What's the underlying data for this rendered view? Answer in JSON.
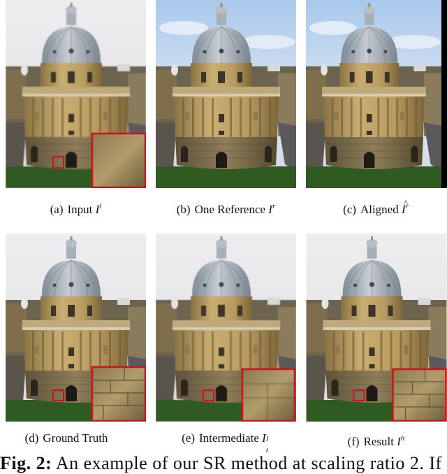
{
  "figure": {
    "panels": [
      {
        "id": "a",
        "label": "(a)",
        "text": "Input",
        "math_base": "I",
        "math_sup": "l",
        "math_sub": "",
        "hat": false,
        "sky": "overcast",
        "inset": true
      },
      {
        "id": "b",
        "label": "(b)",
        "text": "One Reference",
        "math_base": "I",
        "math_sup": "r",
        "math_sub": "",
        "hat": false,
        "sky": "blue",
        "inset": false
      },
      {
        "id": "c",
        "label": "(c)",
        "text": "Aligned",
        "math_base": "I",
        "math_sup": "r",
        "math_sub": "",
        "hat": true,
        "sky": "blue",
        "inset": false
      },
      {
        "id": "d",
        "label": "(d)",
        "text": "Ground Truth",
        "math_base": "",
        "math_sup": "",
        "math_sub": "",
        "hat": false,
        "sky": "overcast",
        "inset": true
      },
      {
        "id": "e",
        "label": "(e)",
        "text": "Intermediate",
        "math_base": "I",
        "math_sup": "l",
        "math_sub": "t",
        "hat": false,
        "sky": "overcast",
        "inset": true
      },
      {
        "id": "f",
        "label": "(f)",
        "text": "Result",
        "math_base": "I",
        "math_sup": "h",
        "math_sub": "",
        "hat": false,
        "sky": "overcast",
        "inset": true
      }
    ],
    "caption_truncated": {
      "prefix": "Fig. 2:",
      "text": "An example of our SR method at scaling ratio 2. If"
    },
    "colors": {
      "inset_border": "#d0101a",
      "overcast_sky": "#e9e8ea",
      "blue_sky": "#b9d3ee",
      "stone": "#b59a62",
      "dome": "#9aa6b0",
      "grass": "#2f5a22"
    }
  }
}
